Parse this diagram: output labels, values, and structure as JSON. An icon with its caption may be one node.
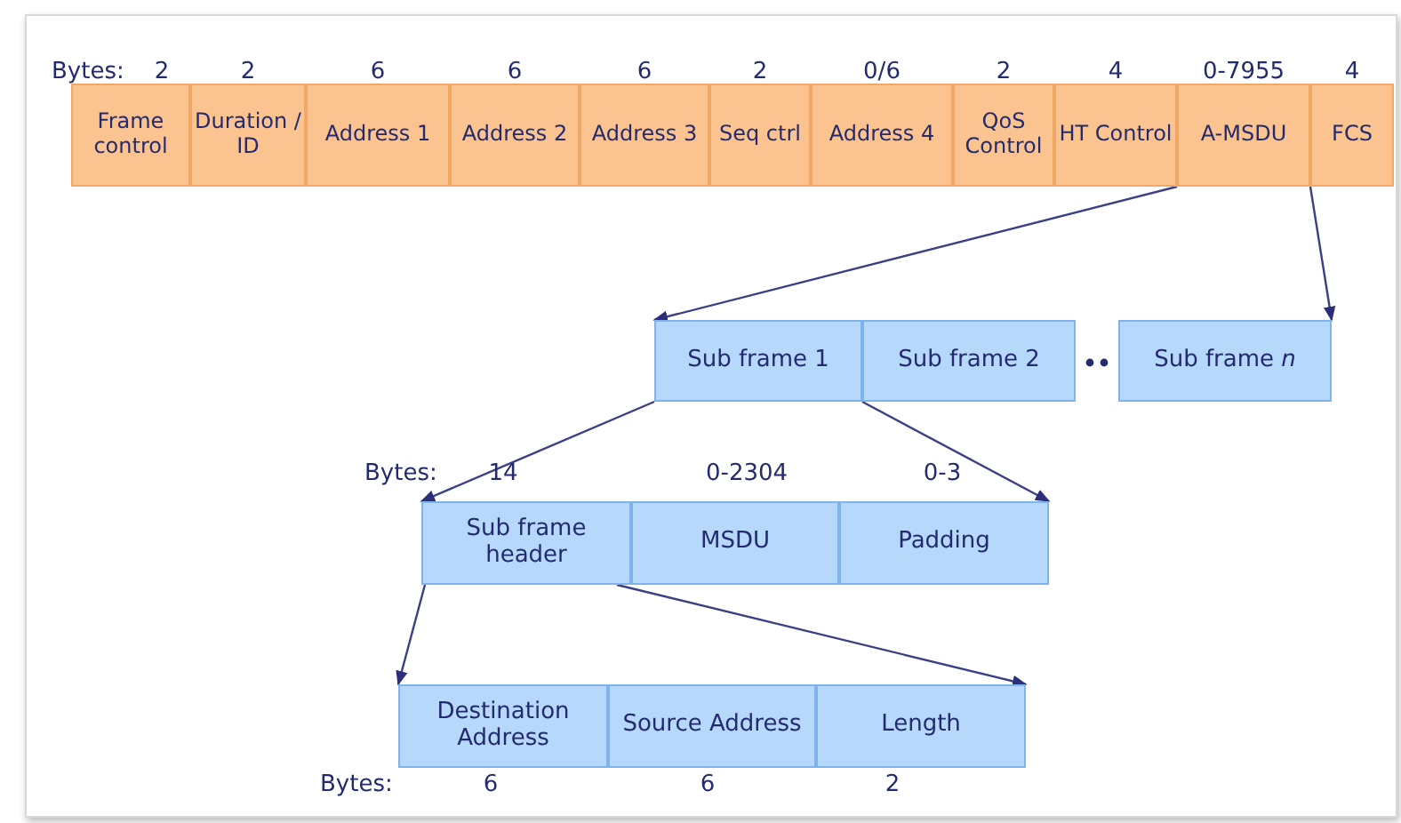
{
  "diagram": {
    "nodes": [
      {
        "text": [
          "Frame control"
        ],
        "beside": [
          "2"
        ]
      },
      {
        "text": [
          "Duration / ID"
        ],
        "beside": [
          "2"
        ]
      },
      {
        "text": [
          "Address 1"
        ],
        "beside": [
          "6"
        ]
      },
      {
        "text": [
          "Address 2"
        ],
        "beside": [
          "6"
        ]
      },
      {
        "text": [
          "Address 3"
        ],
        "beside": [
          "6"
        ]
      },
      {
        "text": [
          "Seq ctrl"
        ],
        "beside": [
          "2"
        ]
      },
      {
        "text": [
          "Address 4"
        ],
        "beside": [
          "0/6"
        ]
      },
      {
        "text": [
          "QoS Control"
        ],
        "beside": [
          "2"
        ]
      },
      {
        "text": [
          "HT Control"
        ],
        "beside": [
          "4"
        ]
      },
      {
        "text": [
          "A-MSDU"
        ],
        "beside": [
          "0-7955"
        ]
      },
      {
        "text": [
          "FCS"
        ],
        "beside": [
          "4"
        ]
      },
      {
        "text": [
          "Sub frame 1"
        ]
      },
      {
        "text": [
          "Sub frame 2"
        ]
      },
      {
        "text": [
          "Sub frame *n*"
        ]
      },
      {
        "text": [
          "Sub frame header"
        ],
        "beside": [
          "14"
        ]
      },
      {
        "text": [
          "MSDU"
        ],
        "beside": [
          "0-2304"
        ]
      },
      {
        "text": [
          "Padding"
        ],
        "beside": [
          "0-3"
        ]
      },
      {
        "text": [
          "Destination Address"
        ],
        "beside": [
          "6"
        ]
      },
      {
        "text": [
          "Source Address"
        ],
        "beside": [
          "6"
        ]
      },
      {
        "text": [
          "Length"
        ],
        "beside": [
          "2"
        ]
      }
    ],
    "edges": [
      {
        "from": 9,
        "to": 11,
        "arrow": "to"
      },
      {
        "from": 9,
        "to": 13,
        "arrow": "to"
      },
      {
        "from": 11,
        "to": 14,
        "arrow": "to"
      },
      {
        "from": 11,
        "to": 16,
        "arrow": "to"
      },
      {
        "from": 14,
        "to": 17,
        "arrow": "to"
      },
      {
        "from": 14,
        "to": 19,
        "arrow": "to"
      }
    ],
    "labels": [
      "Bytes:",
      "Bytes:",
      "Bytes:"
    ]
  }
}
